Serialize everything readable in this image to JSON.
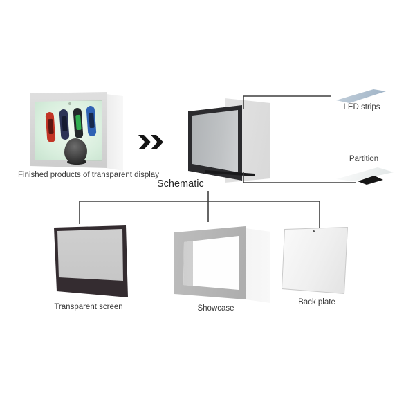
{
  "diagram": {
    "title": "Schematic",
    "finished_product": {
      "caption": "Finished products of transparent display",
      "cabinet_color": "#d8d8d8",
      "screen_color": "#d9eedd",
      "products": [
        {
          "name": "red fitness band",
          "color": "#c23526",
          "screen_color": "#5c1712"
        },
        {
          "name": "navy fitness band",
          "color": "#2c3356",
          "screen_color": "#161b31"
        },
        {
          "name": "black fitness band",
          "color": "#23272a",
          "screen_color": "#2fae4f"
        },
        {
          "name": "blue fitness band",
          "color": "#2f62b4",
          "screen_color": "#16294d"
        },
        {
          "name": "dark watch band",
          "color": "#3a3a3a"
        }
      ]
    },
    "arrow_color": "#141414",
    "exploded_view": {
      "frame_color": "#2b2b2e",
      "callouts": [
        {
          "label": "LED strips",
          "part_color": "#a9bccd"
        },
        {
          "label": "Partition",
          "part_color": "#f0f3f3",
          "base_color": "#161616"
        }
      ]
    },
    "components": [
      {
        "label": "Transparent screen",
        "color": "#342c30"
      },
      {
        "label": "Showcase",
        "color": "#b3b3b3"
      },
      {
        "label": "Back plate",
        "color": "#efefef"
      }
    ],
    "line_color": "#3f3f3f",
    "text_color": "#3a3a3a"
  }
}
